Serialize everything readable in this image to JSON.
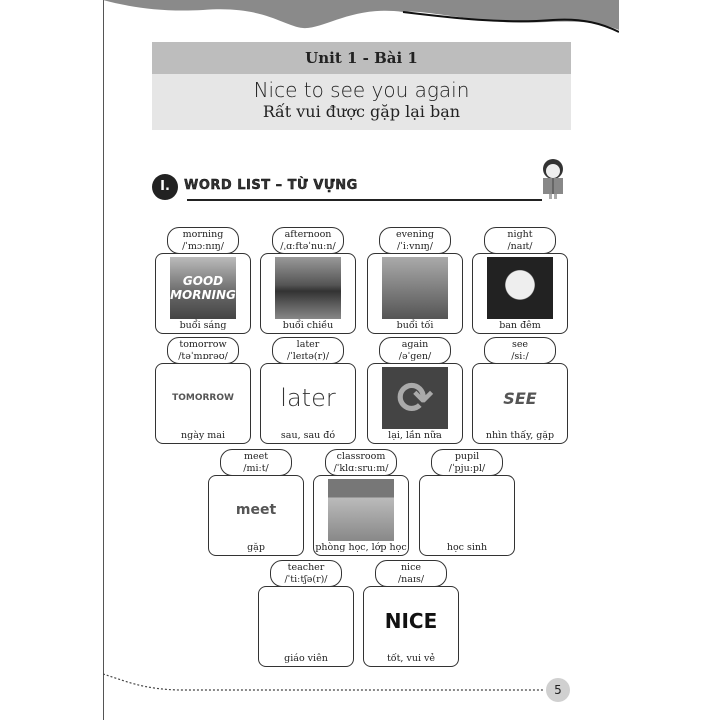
{
  "header": {
    "unit": "Unit 1 - Bài 1",
    "title_en": "Nice to see you again",
    "title_vi": "Rất vui được gặp lại bạn"
  },
  "section": {
    "number": "I.",
    "title": "WORD LIST – TỪ VỰNG"
  },
  "words": [
    {
      "word": "morning",
      "ipa": "/ˈmɔːnɪŋ/",
      "meaning": "buổi sáng",
      "pic_text": "GOOD MORNING"
    },
    {
      "word": "afternoon",
      "ipa": "/ˌɑːftəˈnuːn/",
      "meaning": "buổi chiều",
      "pic_text": ""
    },
    {
      "word": "evening",
      "ipa": "/ˈiːvnɪŋ/",
      "meaning": "buổi tối",
      "pic_text": ""
    },
    {
      "word": "night",
      "ipa": "/naɪt/",
      "meaning": "ban đêm",
      "pic_text": ""
    },
    {
      "word": "tomorrow",
      "ipa": "/təˈmɒrəʊ/",
      "meaning": "ngày mai",
      "pic_text": "TOMORROW"
    },
    {
      "word": "later",
      "ipa": "/ˈleɪtə(r)/",
      "meaning": "sau, sau đó",
      "pic_text": "later"
    },
    {
      "word": "again",
      "ipa": "/əˈgen/",
      "meaning": "lại, lần nữa",
      "pic_text": "⟳"
    },
    {
      "word": "see",
      "ipa": "/siː/",
      "meaning": "nhìn thấy, gặp",
      "pic_text": "SEE"
    },
    {
      "word": "meet",
      "ipa": "/miːt/",
      "meaning": "gặp",
      "pic_text": "meet"
    },
    {
      "word": "classroom",
      "ipa": "/ˈklɑːsruːm/",
      "meaning": "phòng học, lớp học",
      "pic_text": ""
    },
    {
      "word": "pupil",
      "ipa": "/ˈpjuːpl/",
      "meaning": "học sinh",
      "pic_text": ""
    },
    {
      "word": "teacher",
      "ipa": "/ˈtiːtʃə(r)/",
      "meaning": "giáo viên",
      "pic_text": ""
    },
    {
      "word": "nice",
      "ipa": "/naɪs/",
      "meaning": "tốt, vui vẻ",
      "pic_text": "NICE"
    }
  ],
  "page_number": "5"
}
